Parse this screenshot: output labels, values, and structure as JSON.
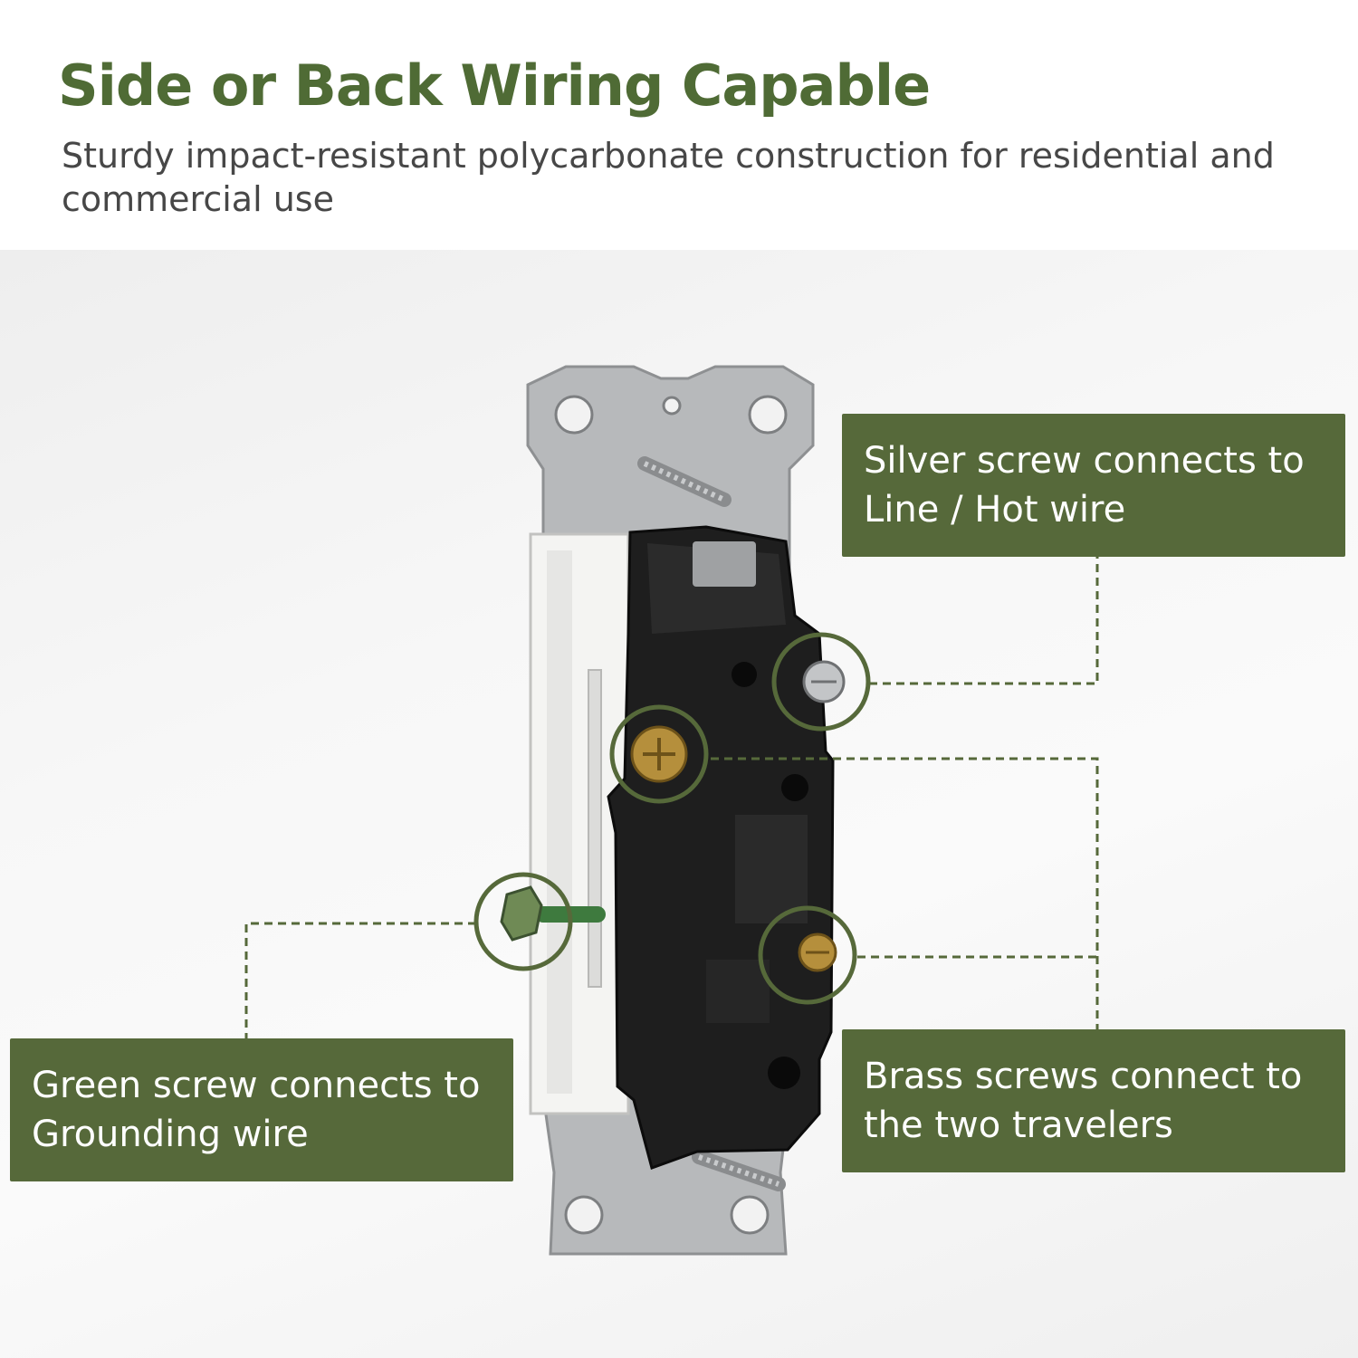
{
  "header": {
    "title": "Side or Back Wiring Capable",
    "subtitle": "Sturdy impact-resistant polycarbonate construction for residential and commercial use"
  },
  "callouts": {
    "silver": {
      "line1": "Silver screw connects to",
      "line2": "Line / Hot wire"
    },
    "green": {
      "line1": "Green screw connects to",
      "line2": "Grounding wire"
    },
    "brass": {
      "line1": "Brass screws connect to",
      "line2": "the two travelers"
    }
  },
  "colors": {
    "title": "#4f6b35",
    "subtitle": "#474747",
    "callout_bg": "#56693a",
    "callout_text": "#ffffff",
    "highlight_ring": "#56693a",
    "leader_line": "#56693a"
  }
}
